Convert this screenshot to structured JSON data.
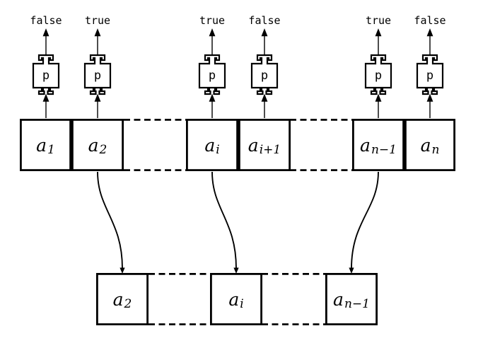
{
  "figure": {
    "background": "#ffffff",
    "ink": "#000000",
    "kind": "filter-diagram"
  },
  "predicates": [
    {
      "box_label": "p",
      "result": "false"
    },
    {
      "box_label": "p",
      "result": "true"
    },
    {
      "box_label": "p",
      "result": "true"
    },
    {
      "box_label": "p",
      "result": "false"
    },
    {
      "box_label": "p",
      "result": "true"
    },
    {
      "box_label": "p",
      "result": "false"
    }
  ],
  "input_array": {
    "cells": [
      {
        "base": "a",
        "sub": "1"
      },
      {
        "base": "a",
        "sub": "2"
      },
      {
        "base": "a",
        "sub": "i"
      },
      {
        "base": "a",
        "sub": "i+1"
      },
      {
        "base": "a",
        "sub": "n−1"
      },
      {
        "base": "a",
        "sub": "n"
      }
    ]
  },
  "output_array": {
    "cells": [
      {
        "base": "a",
        "sub": "2"
      },
      {
        "base": "a",
        "sub": "i"
      },
      {
        "base": "a",
        "sub": "n−1"
      }
    ]
  }
}
